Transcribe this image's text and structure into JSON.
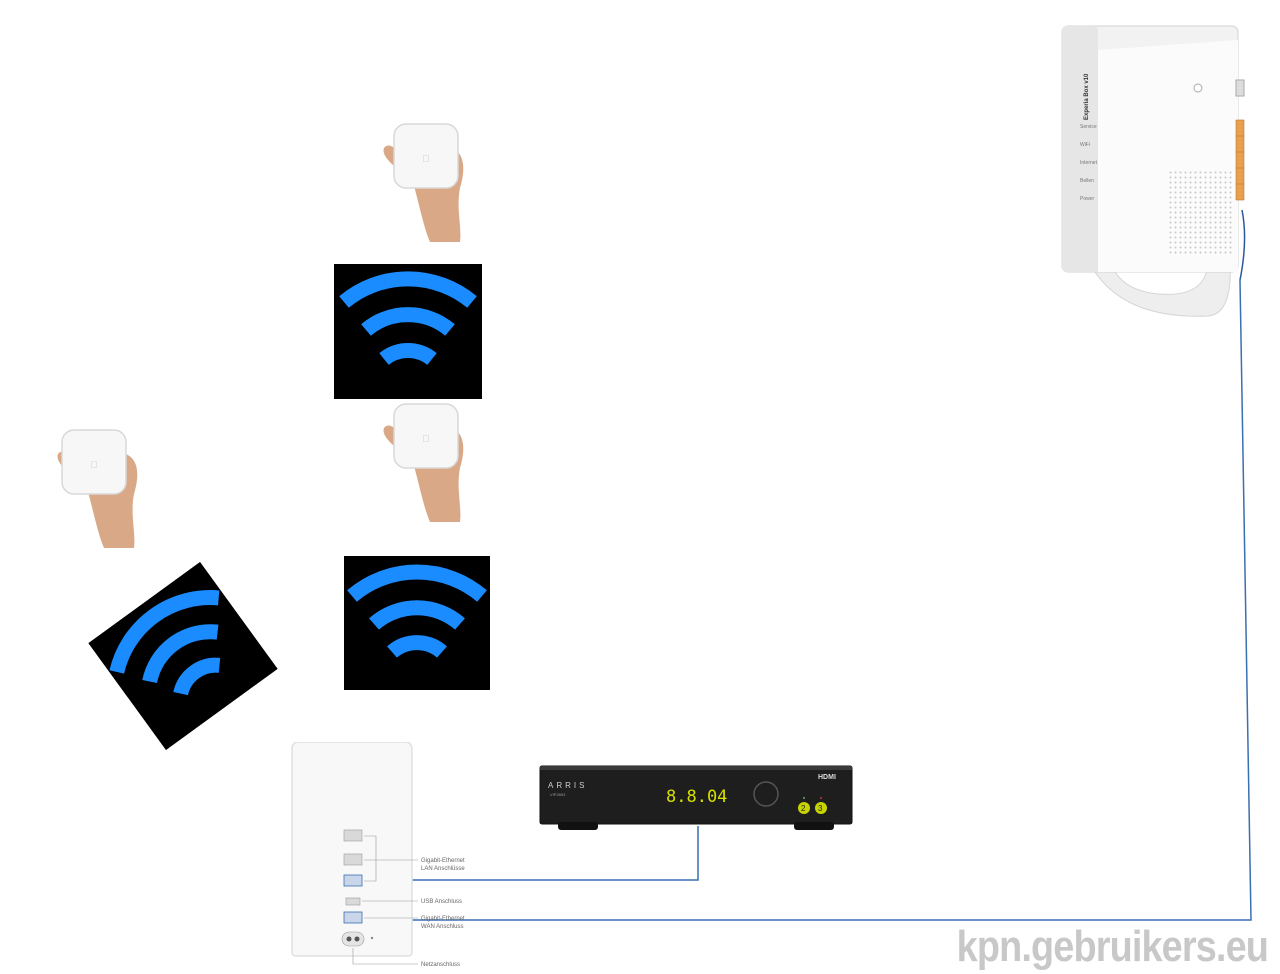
{
  "airport_extreme": {
    "ports": [
      {
        "label_line1": "Gigabit-Ethernet",
        "label_line2": "LAN Anschlüsse"
      },
      {
        "label_line1": "USB Anschluss",
        "label_line2": ""
      },
      {
        "label_line1": "Gigabit-Ethernet",
        "label_line2": "WAN Anschluss"
      },
      {
        "label_line1": "Netzanschluss",
        "label_line2": ""
      }
    ]
  },
  "settop_box": {
    "brand": "ARRIS",
    "model": "VIP2853",
    "display": "8.8.04",
    "hdmi": "HDMI",
    "buttons": [
      "2",
      "3"
    ]
  },
  "modem": {
    "brand": "Experia Box v10",
    "indicators": [
      "Service",
      "WiFi",
      "Internet",
      "Bellen",
      "Power"
    ]
  },
  "watermark": "kpn.gebruikers.eu",
  "colors": {
    "wifi_blue": "#1a8cff",
    "cable_blue": "#3a6fb0"
  }
}
